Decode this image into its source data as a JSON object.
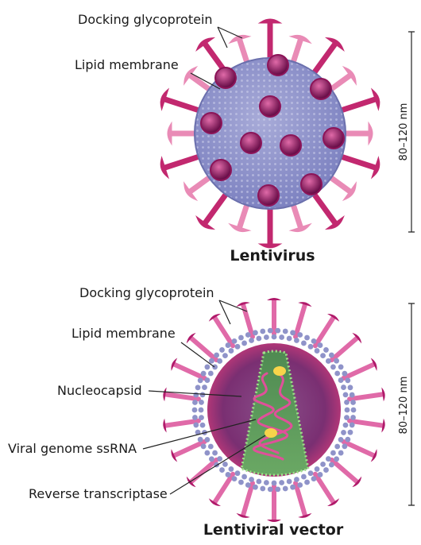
{
  "top": {
    "title": "Lentivirus",
    "labels": {
      "docking": "Docking glycoprotein",
      "lipid": "Lipid membrane"
    },
    "scale": "80–120 nm"
  },
  "bottom": {
    "title": "Lentiviral vector",
    "labels": {
      "docking": "Docking glycoprotein",
      "lipid": "Lipid membrane",
      "nucleocapsid": "Nucleocapsid",
      "genome": "Viral genome ssRNA",
      "rt": "Reverse transcriptase"
    },
    "scale": "80–120 nm"
  },
  "colors": {
    "spike": "#c2286f",
    "spike_light": "#e98bb6",
    "spike_dark": "#8c1458",
    "membrane": "#8f93c9",
    "membrane_dot": "#c9cbe6",
    "capsid_outer": "#7a3d7e",
    "capsid_inner": "#5aa05a",
    "rna": "#e0509a",
    "enzyme": "#f7d44a",
    "vector_spike": "#e06aa8",
    "vector_spike_tip": "#b01a6a"
  }
}
